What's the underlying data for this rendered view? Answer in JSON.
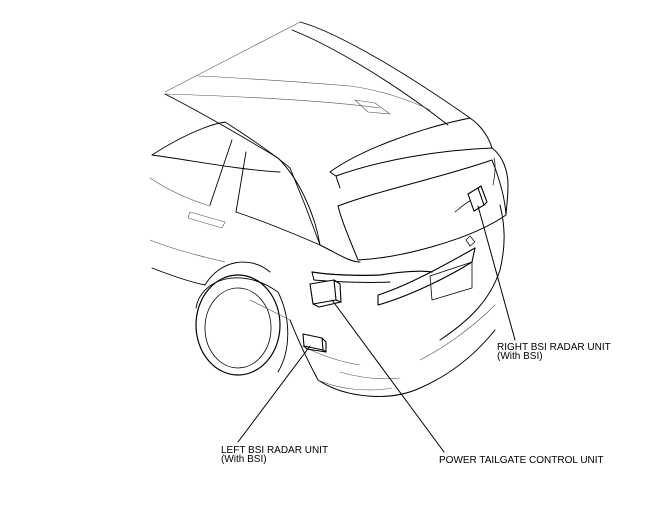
{
  "colors": {
    "line": "#000000",
    "faint": "#666666",
    "background": "#ffffff"
  },
  "callouts": {
    "right_bsi": {
      "title": "RIGHT BSI RADAR UNIT",
      "note": "(With BSI)"
    },
    "left_bsi": {
      "title": "LEFT BSI RADAR UNIT",
      "note": "(With BSI)"
    },
    "tailgate": {
      "title": "POWER TAILGATE CONTROL UNIT"
    }
  }
}
